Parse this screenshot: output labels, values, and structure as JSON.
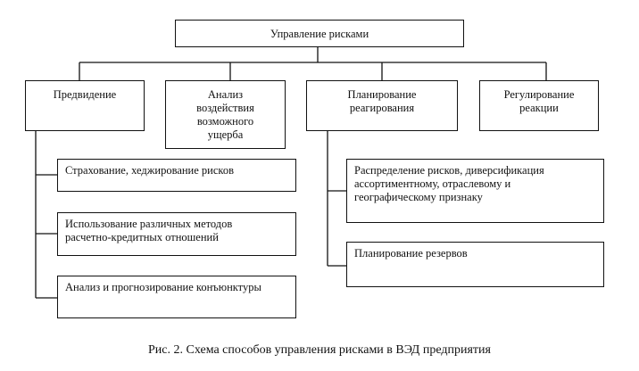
{
  "root": "Управление рисками",
  "categories": [
    {
      "label": "Предвидение"
    },
    {
      "label": "Анализ воздействия возможного ущерба"
    },
    {
      "label": "Планирование реагирования"
    },
    {
      "label": "Регулирование реакции"
    }
  ],
  "forecasting_methods": [
    "Страхование, хеджирование рисков",
    "Использование различных методов расчетно-кредитных отношений",
    "Анализ и прогнозирование конъюнктуры"
  ],
  "planning_methods": [
    "Распределение рисков, диверсификация ассортиментному, отраслевому и географическому признаку",
    "Планирование резервов"
  ],
  "caption": "Рис. 2. Схема способов управления рисками в ВЭД предприятия"
}
